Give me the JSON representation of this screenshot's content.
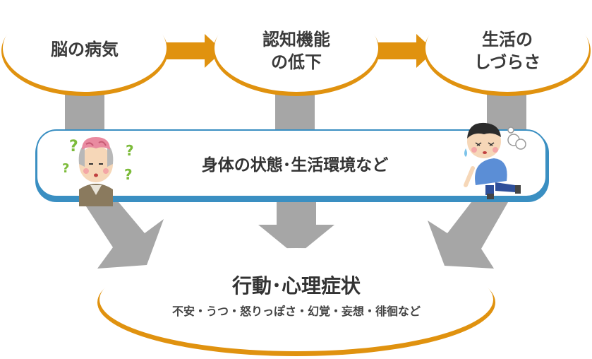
{
  "nodes": {
    "brain_disease": {
      "label": "脳の病気"
    },
    "cognitive_decline": {
      "line1": "認知機能",
      "line2": "の低下"
    },
    "living_difficulty": {
      "line1": "生活の",
      "line2": "しづらさ"
    }
  },
  "banner": {
    "label": "身体の状態･生活環境など"
  },
  "result": {
    "title": "行動･心理症状",
    "subtitle": "不安・うつ・怒りっぽさ・幻覚・妄想・徘徊など"
  },
  "colors": {
    "ellipse_border": "#e0920f",
    "orange_arrow": "#e0920f",
    "gray_arrow": "#a6a6a6",
    "banner_border": "#3a8fc2"
  },
  "icons": [
    "confused-elderly-man-icon",
    "sick-boy-icon"
  ]
}
